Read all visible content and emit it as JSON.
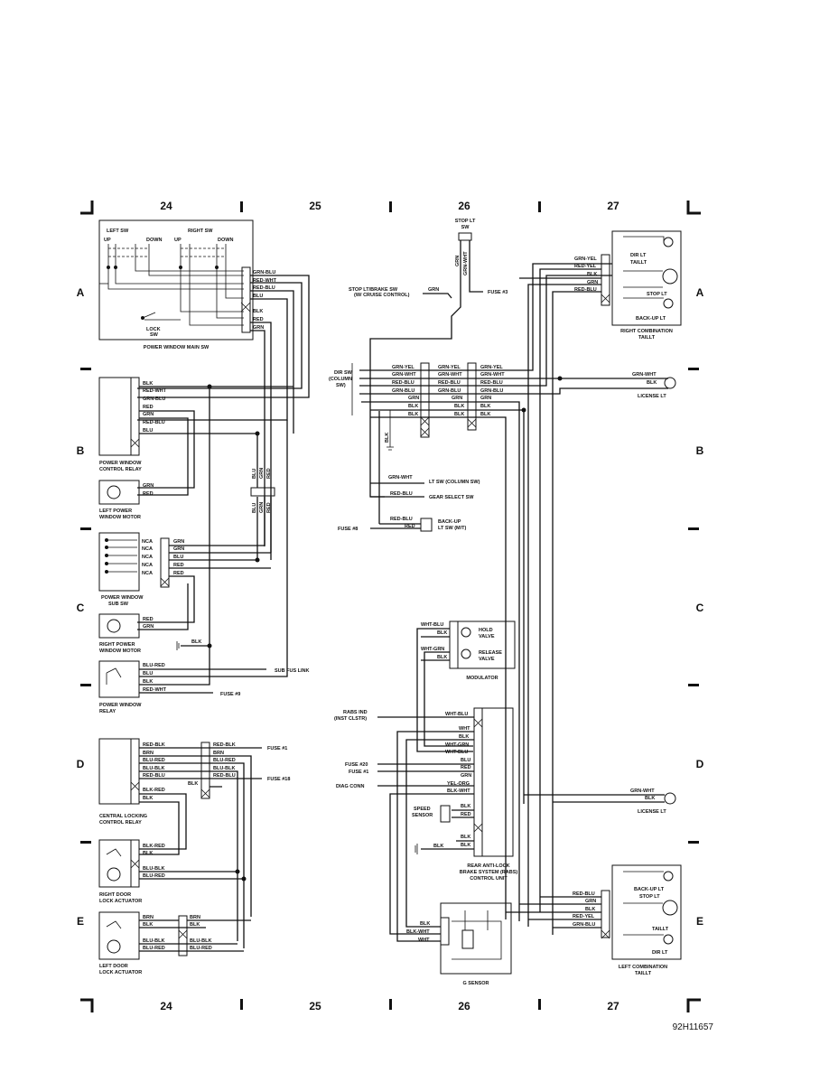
{
  "grid": {
    "columns": [
      "24",
      "25",
      "26",
      "27"
    ],
    "rows": [
      "A",
      "B",
      "C",
      "D",
      "E"
    ]
  },
  "figure_id": "92H11657",
  "components": {
    "power_window_main_sw": "POWER WINDOW MAIN SW",
    "left_sw": "LEFT SW",
    "right_sw": "RIGHT SW",
    "up": "UP",
    "down": "DOWN",
    "lock_sw": [
      "LOCK",
      "SW"
    ],
    "power_window_control_relay": [
      "POWER WINDOW",
      "CONTROL RELAY"
    ],
    "left_power_window_motor": [
      "LEFT POWER",
      "WINDOW MOTOR"
    ],
    "power_window_sub_sw": [
      "POWER WINDOW",
      "SUB SW"
    ],
    "right_power_window_motor": [
      "RIGHT POWER",
      "WINDOW MOTOR"
    ],
    "power_window_relay": [
      "POWER WINDOW",
      "RELAY"
    ],
    "central_locking_control_relay": [
      "CENTRAL LOCKING",
      "CONTROL RELAY"
    ],
    "right_door_lock_actuator": [
      "RIGHT DOOR",
      "LOCK ACTUATOR"
    ],
    "left_door_lock_actuator": [
      "LEFT DOOR",
      "LOCK ACTUATOR"
    ],
    "stop_lt_sw": [
      "STOP LT",
      "SW"
    ],
    "stop_lt_brake_sw": [
      "STOP LT/BRAKE SW",
      "(W/ CRUISE CONTROL)"
    ],
    "dir_sw": [
      "DIR SW",
      "(COLUMN",
      "SW)"
    ],
    "lt_sw": "LT SW (COLUMN SW)",
    "gear_select_sw": "GEAR SELECT SW",
    "backup_lt_sw": [
      "BACK-UP",
      "LT SW (M/T)"
    ],
    "right_combination_taillt": [
      "RIGHT COMBINATION",
      "TAILLT"
    ],
    "dir_lt_taillt": [
      "DIR LT",
      "TAILLT"
    ],
    "stop_lt": "STOP LT",
    "back_up_lt": "BACK-UP LT",
    "license_lt": "LICENSE LT",
    "modulator": "MODULATOR",
    "hold_valve": [
      "HOLD",
      "VALVE"
    ],
    "release_valve": [
      "RELEASE",
      "VALVE"
    ],
    "rabs_ind": [
      "RABS IND",
      "(INST CLSTR)"
    ],
    "diag_conn": "DIAG CONN",
    "speed_sensor": [
      "SPEED",
      "SENSOR"
    ],
    "rabs_control_unit": [
      "REAR ANTI-LOCK",
      "BRAKE SYSTEM (RABS)",
      "CONTROL UNIT"
    ],
    "g_sensor": "G SENSOR",
    "left_combination_taillt": [
      "LEFT COMBINATION",
      "TAILLT"
    ],
    "backup_stop_lt": [
      "BACK-UP LT",
      "STOP LT"
    ],
    "taillt": "TAILLT",
    "dir_lt": "DIR LT"
  },
  "fuses": {
    "fuse_3": "FUSE #3",
    "fuse_8": "FUSE #8",
    "fuse_9": "FUSE #9",
    "fuse_1": "FUSE #1",
    "fuse_18": "FUSE #18",
    "fuse_20": "FUSE #20",
    "sub_fus_link": "SUB FUS LINK"
  },
  "wires": {
    "main_sw": [
      "GRN-BLU",
      "RED-WHT",
      "RED-BLU",
      "BLU",
      "BLK",
      "RED",
      "GRN"
    ],
    "control_relay": [
      "BLK",
      "RED-WHT",
      "GRN-BLU",
      "RED",
      "GRN",
      "RED-BLU",
      "BLU"
    ],
    "vertical_bundle": [
      "BLU",
      "GRN",
      "RED"
    ],
    "left_motor": [
      "GRN",
      "RED"
    ],
    "sub_sw_nca": [
      "NCA",
      "NCA",
      "NCA",
      "NCA",
      "NCA"
    ],
    "sub_sw": [
      "GRN",
      "GRN",
      "BLU",
      "RED",
      "RED"
    ],
    "right_motor": [
      "RED",
      "GRN"
    ],
    "ground_blk": "BLK",
    "pw_relay": [
      "BLU-RED",
      "BLU",
      "BLK",
      "RED-WHT"
    ],
    "central_relay": [
      "RED-BLK",
      "BRN",
      "BLU-RED",
      "BLU-BLK",
      "RED-BLU",
      "BLK-RED",
      "BLK"
    ],
    "central_relay_right": [
      "RED-BLK",
      "BRN",
      "BLU-RED",
      "BLU-BLK",
      "RED-BLU",
      "BLK"
    ],
    "blk": "BLK",
    "right_door": [
      "BLK-RED",
      "BLK",
      "BLU-BLK",
      "BLU-RED"
    ],
    "left_door": [
      "BRN",
      "BLK",
      "BLU-BLK",
      "BLU-RED"
    ],
    "left_door_right": [
      "BRN",
      "BLK",
      "BLU-BLK",
      "BLU-RED"
    ],
    "stop_lt_sw": [
      "GRN",
      "GRN-WHT"
    ],
    "stop_brake_grn": "GRN",
    "dir_sw_col1": [
      "GRN-YEL",
      "GRN-WHT",
      "RED-BLU",
      "GRN-BLU",
      "GRN",
      "BLK",
      "BLK"
    ],
    "dir_sw_col2": [
      "GRN-YEL",
      "GRN-WHT",
      "RED-BLU",
      "GRN-BLU",
      "GRN",
      "BLK",
      "BLK"
    ],
    "dir_sw_col3": [
      "GRN-YEL",
      "GRN-WHT",
      "RED-BLU",
      "GRN-BLU",
      "GRN",
      "BLK",
      "BLK"
    ],
    "dir_blk": "BLK",
    "lt_sw": "GRN-WHT",
    "gear_sel": "RED-BLU",
    "backup": [
      "RED-BLU",
      "RED"
    ],
    "right_tail": [
      "GRN-YEL",
      "RED-YEL",
      "BLK",
      "GRN",
      "RED-BLU"
    ],
    "license_top": [
      "GRN-WHT",
      "BLK"
    ],
    "modulator": [
      "WHT-BLU",
      "BLK",
      "WHT-GRN",
      "BLK"
    ],
    "rabs_unit": [
      "WHT-BLU",
      "WHT",
      "BLK",
      "WHT-GRN",
      "WHT-BLU",
      "BLU",
      "RED",
      "GRN",
      "YEL-ORG",
      "BLK-WHT"
    ],
    "speed_sensor": [
      "BLK",
      "RED"
    ],
    "rabs_gnd": [
      "BLK",
      "BLK",
      "BLK"
    ],
    "license_bottom": [
      "GRN-WHT",
      "BLK"
    ],
    "g_sensor": [
      "BLK",
      "BLK-WHT",
      "WHT"
    ],
    "left_tail": [
      "RED-BLU",
      "GRN",
      "BLK",
      "RED-YEL",
      "GRN-BLU"
    ]
  }
}
